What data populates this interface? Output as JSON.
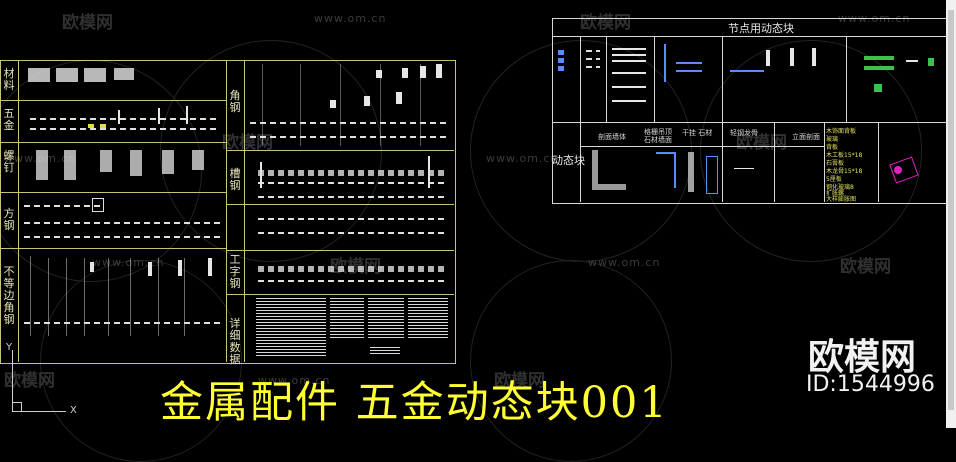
{
  "watermark": {
    "site": "www.om.cn",
    "logo_text": "欧模网"
  },
  "left_sheet": {
    "row_labels": [
      "材料",
      "五金",
      "螺钉",
      "方钢",
      "不等边角钢"
    ],
    "right_labels": [
      "角钢",
      "槽钢",
      "工字钢",
      "详细数据"
    ]
  },
  "node_panel": {
    "title": "节点用动态块",
    "dynamic_label": "动态块",
    "sub_headers": [
      "剖面墙体",
      "格栅吊顶 石材墙面",
      "干挂 石材",
      "轻钢龙骨",
      "立面剖面"
    ],
    "legend": [
      "木饰面背板",
      "玻璃",
      "背板",
      "木工板15*18",
      "石膏板",
      "木龙骨15*18",
      "5厘板",
      "钢化玻璃8",
      "扩胀螺",
      "大样膨胀图"
    ]
  },
  "footer": {
    "title": "金属配件  五金动态块001",
    "brand_name": "欧模网",
    "brand_id": "ID:1544996"
  },
  "ucs": {
    "y_label": "Y",
    "x_label": "X"
  },
  "colors": {
    "background": "#000000",
    "frame": "#c9c27a",
    "title_yellow": "#ffff33",
    "green_accent": "#3cc24a",
    "magenta_accent": "#e020c0",
    "blue_accent": "#5a8cff"
  }
}
